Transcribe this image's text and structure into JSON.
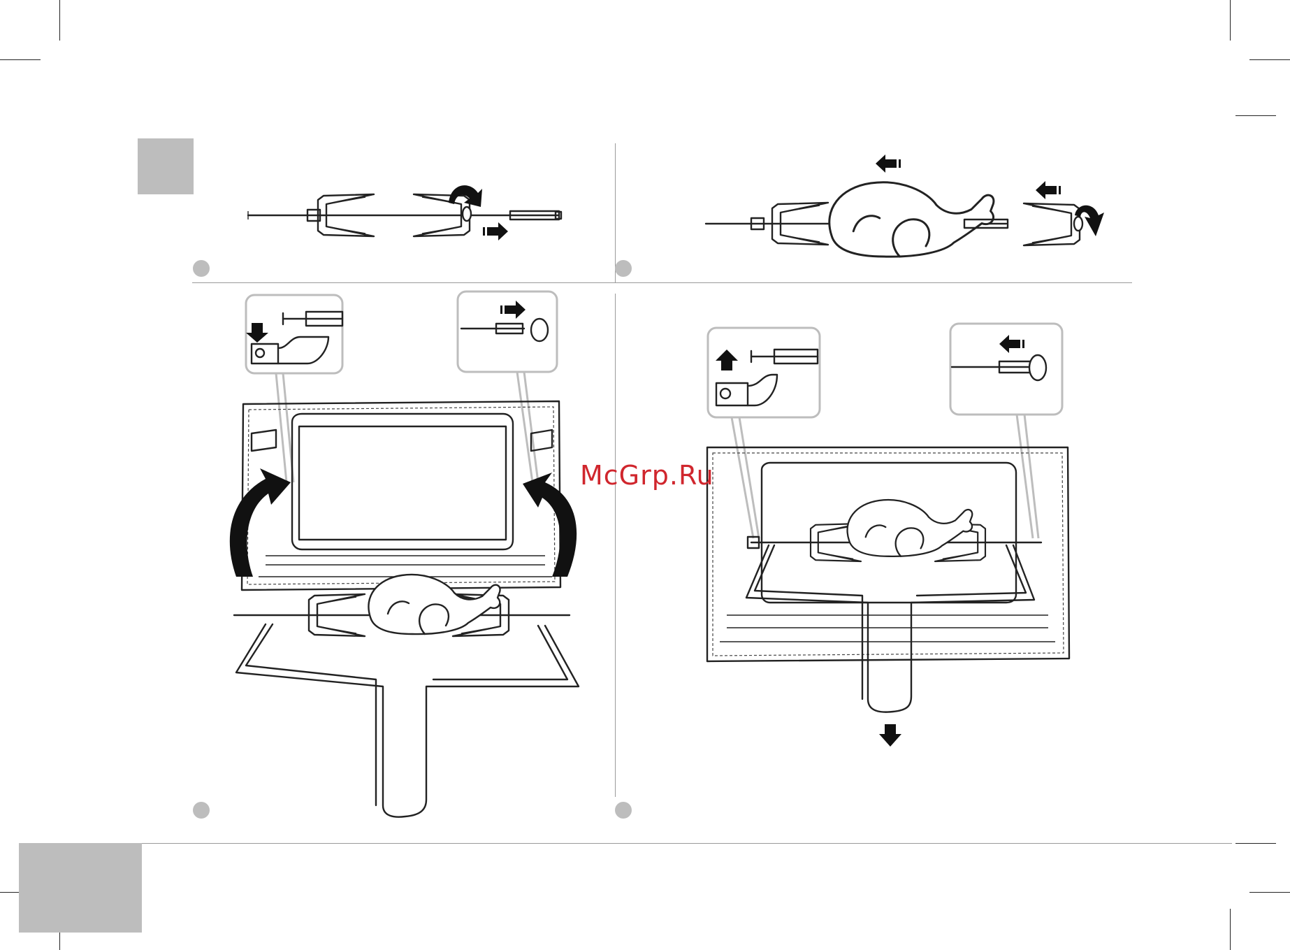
{
  "watermark": "McGrp.Ru",
  "colors": {
    "watermark": "#d0262d",
    "tab_gray": "#bdbdbd",
    "line": "#222222"
  },
  "panels": [
    {
      "id": "step-1",
      "description_icon": "spit-fork-assembly-illustration"
    },
    {
      "id": "step-2",
      "description_icon": "chicken-on-spit-illustration"
    },
    {
      "id": "step-3",
      "description_icon": "insert-spit-into-oven-illustration"
    },
    {
      "id": "step-4",
      "description_icon": "spit-in-oven-remove-handle-illustration"
    }
  ]
}
